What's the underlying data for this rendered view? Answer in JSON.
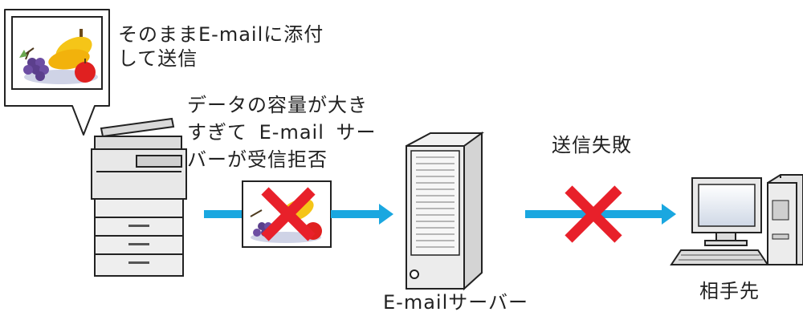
{
  "labels": {
    "attach_line1": "そのままE-mailに添付",
    "attach_line2": "して送信",
    "reason_line1": "データの容量が大き",
    "reason_line2": "すぎて E-mail サー",
    "reason_line3": "バーが受信拒否",
    "send_failed": "送信失敗",
    "server": "E-mailサーバー",
    "recipient": "相手先"
  },
  "colors": {
    "arrow": "#1aa7e0",
    "cross": "#e8202a",
    "outline": "#222222",
    "device_gray": "#e6e6e6"
  },
  "icons": [
    "speech-bubble-icon",
    "fruit-image-icon",
    "printer-mfp-icon",
    "email-server-icon",
    "desktop-computer-icon",
    "red-cross-icon",
    "arrow-right-icon"
  ]
}
